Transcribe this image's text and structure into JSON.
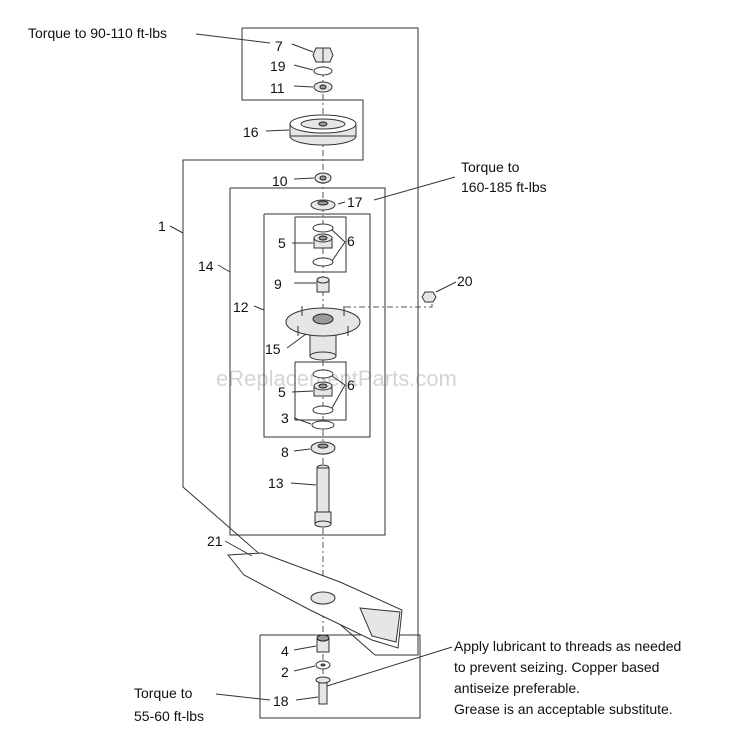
{
  "watermark": "eReplacementParts.com",
  "notes": {
    "torque_top": "Torque to 90-110 ft-lbs",
    "torque_17_line1": "Torque to",
    "torque_17_line2": "160-185 ft-lbs",
    "torque_18_line1": "Torque to",
    "torque_18_line2": "55-60 ft-lbs",
    "lube_line1": "Apply lubricant to threads as needed",
    "lube_line2": "to prevent seizing.  Copper based",
    "lube_line3": "antiseize preferable.",
    "lube_line4": "Grease is an acceptable substitute."
  },
  "callouts": {
    "p7": "7",
    "p19": "19",
    "p11": "11",
    "p16": "16",
    "p10": "10",
    "p17": "17",
    "p1": "1",
    "p14": "14",
    "p5a": "5",
    "p6a": "6",
    "p20": "20",
    "p9": "9",
    "p12": "12",
    "p15": "15",
    "p5b": "5",
    "p6b": "6",
    "p3": "3",
    "p8": "8",
    "p13": "13",
    "p21": "21",
    "p4": "4",
    "p2": "2",
    "p18": "18"
  }
}
